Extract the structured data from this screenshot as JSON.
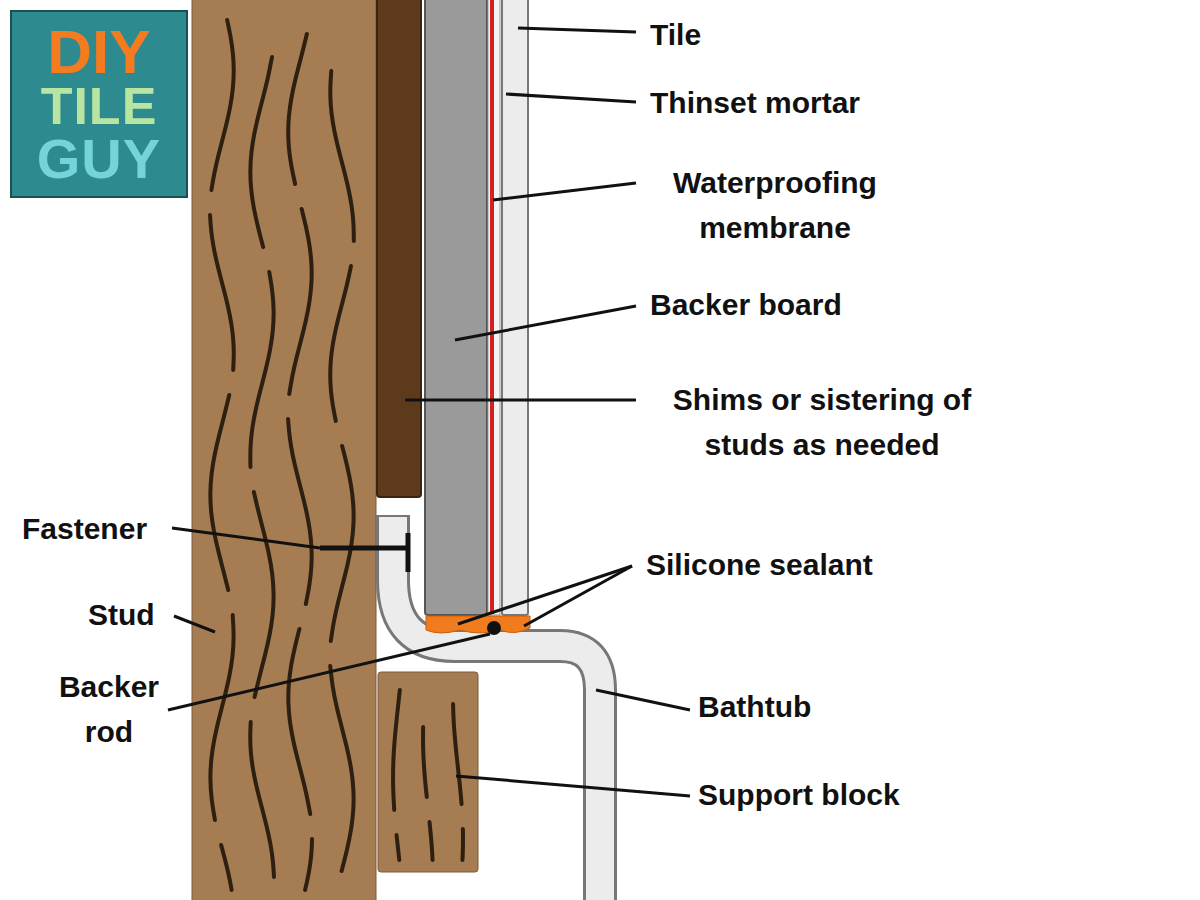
{
  "diagram": {
    "nodes": [
      {
        "text": [
          "DIY",
          "TILE",
          "GUY"
        ]
      }
    ],
    "labels": [
      "Tile",
      "Thinset mortar",
      "Waterproofing membrane",
      "Backer board",
      "Shims or sistering of studs as needed",
      "Silicone sealant",
      "Fastener",
      "Stud",
      "Backer rod",
      "Bathtub",
      "Support block"
    ]
  }
}
